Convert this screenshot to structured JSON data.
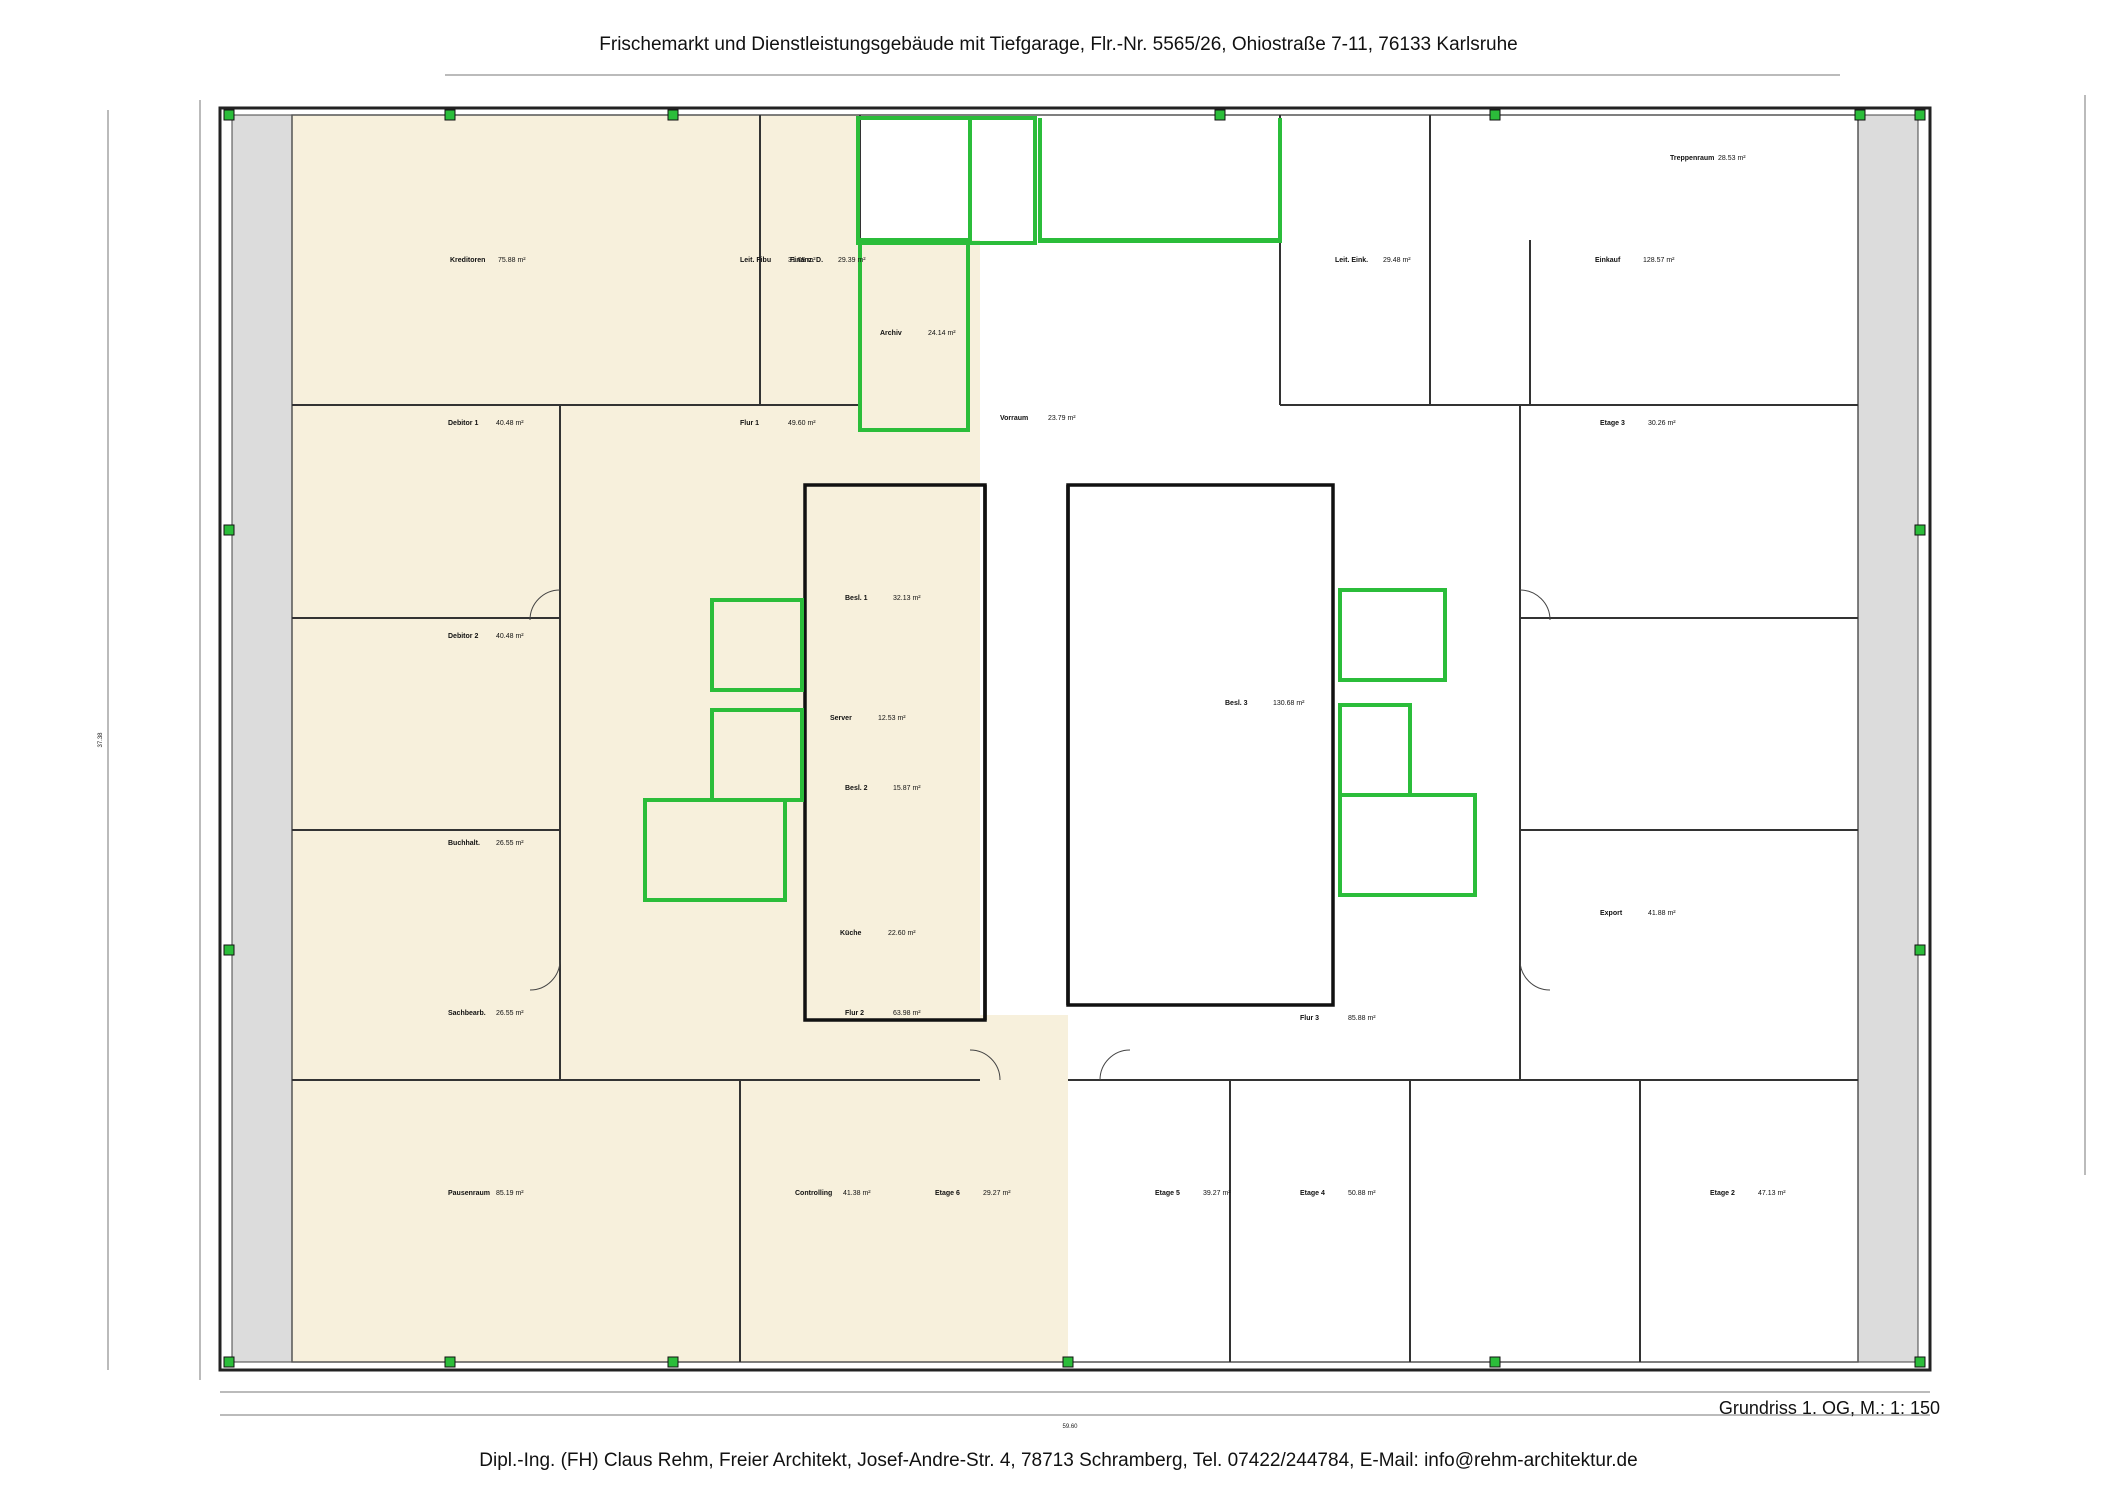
{
  "header": {
    "title": "Frischemarkt und Dienstleistungsgebäude mit Tiefgarage, Flr.-Nr. 5565/26, Ohiostraße 7-11, 76133 Karlsruhe"
  },
  "plan": {
    "scale_label": "Grundriss 1. OG, M.: 1: 150",
    "overall_width_dim": "59.60",
    "overall_height_dim": "37.38",
    "rooms": [
      {
        "name": "Kreditoren",
        "area": "75.88 m²"
      },
      {
        "name": "Leit. Fibu",
        "area": "31.05 m²"
      },
      {
        "name": "Finanz. D.",
        "area": "29.39 m²"
      },
      {
        "name": "Treppenraum",
        "area": "28.53 m²"
      },
      {
        "name": "Leit. Eink.",
        "area": "29.48 m²"
      },
      {
        "name": "Einkauf",
        "area": "128.57 m²"
      },
      {
        "name": "Debitor 1",
        "area": "40.48 m²"
      },
      {
        "name": "Flur 1",
        "area": "49.60 m²"
      },
      {
        "name": "Archiv",
        "area": "24.14 m²"
      },
      {
        "name": "Vorraum",
        "area": "23.79 m²"
      },
      {
        "name": "Etage 3",
        "area": "30.26 m²"
      },
      {
        "name": "Debitor 2",
        "area": "40.48 m²"
      },
      {
        "name": "Besl. 1",
        "area": "32.13 m²"
      },
      {
        "name": "Besl. 3",
        "area": "130.68 m²"
      },
      {
        "name": "Server",
        "area": "12.53 m²"
      },
      {
        "name": "Besl. 2",
        "area": "15.87 m²"
      },
      {
        "name": "Buchhalt.",
        "area": "26.55 m²"
      },
      {
        "name": "Küche",
        "area": "22.60 m²"
      },
      {
        "name": "Export",
        "area": "41.88 m²"
      },
      {
        "name": "Sachbearb.",
        "area": "26.55 m²"
      },
      {
        "name": "Flur 2",
        "area": "63.98 m²"
      },
      {
        "name": "Flur 3",
        "area": "85.88 m²"
      },
      {
        "name": "Pausenraum",
        "area": "85.19 m²"
      },
      {
        "name": "Controlling",
        "area": "41.38 m²"
      },
      {
        "name": "Etage 6",
        "area": "29.27 m²"
      },
      {
        "name": "Etage 5",
        "area": "39.27 m²"
      },
      {
        "name": "Etage 4",
        "area": "50.88 m²"
      },
      {
        "name": "Etage 2",
        "area": "47.13 m²"
      }
    ]
  },
  "footer": {
    "text": "Dipl.-Ing. (FH) Claus Rehm, Freier Architekt, Josef-Andre-Str. 4, 78713 Schramberg, Tel. 07422/244784, E-Mail: info@rehm-architektur.de"
  },
  "colors": {
    "wall": "#222222",
    "highlight_zone": "#f7f0dc",
    "wet_cells": "#2bbd3a",
    "facade_strip": "#dcdcdc"
  }
}
